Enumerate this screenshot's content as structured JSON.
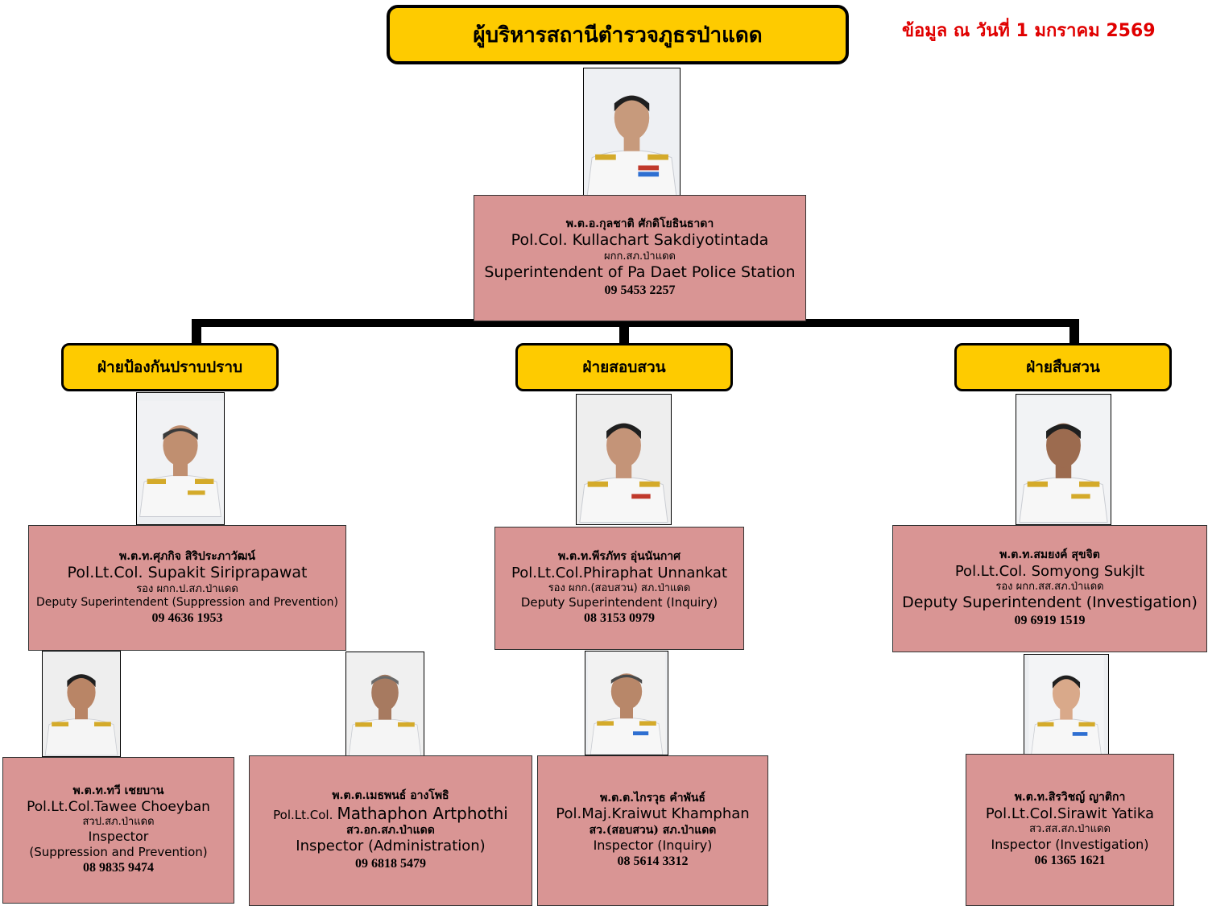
{
  "header": {
    "title": "ผู้บริหารสถานีตำรวจภูธรป่าแดด",
    "date_note": "ข้อมูล ณ วันที่ 1 มกราคม 2569",
    "date_color": "#e00000"
  },
  "colors": {
    "header_fill": "#fecb00",
    "card_fill": "#d99594",
    "connector": "#000000"
  },
  "superintendent": {
    "name_th": "พ.ต.อ.กุลชาติ ศักดิโยธินธาดา",
    "name_en": "Pol.Col. Kullachart  Sakdiyotintada",
    "position_th": "ผกก.สภ.ป่าแดด",
    "position_en": "Superintendent of Pa Daet Police Station",
    "phone": "09 5453 2257"
  },
  "departments": [
    {
      "title": "ฝ่ายป้องกันปราบปราบ",
      "deputy": {
        "name_th": "พ.ต.ท.ศุภกิจ สิริประภาวัฒน์",
        "name_en": "Pol.Lt.Col. Supakit Siriprapawat",
        "position_th": "รอง ผกก.ป.สภ.ป่าแดด",
        "position_en": "Deputy Superintendent (Suppression and Prevention)",
        "phone": "09 4636 1953"
      },
      "inspectors": [
        {
          "name_th": "พ.ต.ท.ทวี เชยบาน",
          "name_en": "Pol.Lt.Col.Tawee Choeyban",
          "position_th": "สวป.สภ.ป่าแดด",
          "position_en_1": "Inspector",
          "position_en_2": "(Suppression and Prevention)",
          "phone": "08 9835 9474"
        },
        {
          "name_th": "พ.ต.ต.เมธพนธ์ อางโพธิ",
          "name_en_prefix": "Pol.Lt.Col.",
          "name_en": "Mathaphon  Artphothi",
          "position_th": "สว.อก.สภ.ป่าแดด",
          "position_en": "Inspector (Administration)",
          "phone": "09 6818 5479"
        }
      ]
    },
    {
      "title": "ฝ่ายสอบสวน",
      "deputy": {
        "name_th": "พ.ต.ท.พีรภัทร อุ่นนันกาศ",
        "name_en": "Pol.Lt.Col.Phiraphat Unnankat",
        "position_th": "รอง ผกก.(สอบสวน) สภ.ป่าแดด",
        "position_en": "Deputy Superintendent (Inquiry)",
        "phone": "08 3153 0979"
      },
      "inspectors": [
        {
          "name_th": "พ.ต.ต.ไกรวุธ คำพันธ์",
          "name_en": "Pol.Maj.Kraiwut Khamphan",
          "position_th": "สว.(สอบสวน) สภ.ป่าแดด",
          "position_en": "Inspector (Inquiry)",
          "phone": "08 5614 3312"
        }
      ]
    },
    {
      "title": "ฝ่ายสืบสวน",
      "deputy": {
        "name_th": "พ.ต.ท.สมยงค์  สุขจิต",
        "name_en": "Pol.Lt.Col. Somyong Sukjlt",
        "position_th": "รอง ผกก.สส.สภ.ป่าแดด",
        "position_en": "Deputy Superintendent (Investigation)",
        "phone": "09 6919 1519"
      },
      "inspectors": [
        {
          "name_th": "พ.ต.ท.สิรวิชญ์  ญาติกา",
          "name_en": "Pol.Lt.Col.Sirawit Yatika",
          "position_th": "สว.สส.สภ.ป่าแดด",
          "position_en": "Inspector (Investigation)",
          "phone": "06 1365 1621"
        }
      ]
    }
  ]
}
